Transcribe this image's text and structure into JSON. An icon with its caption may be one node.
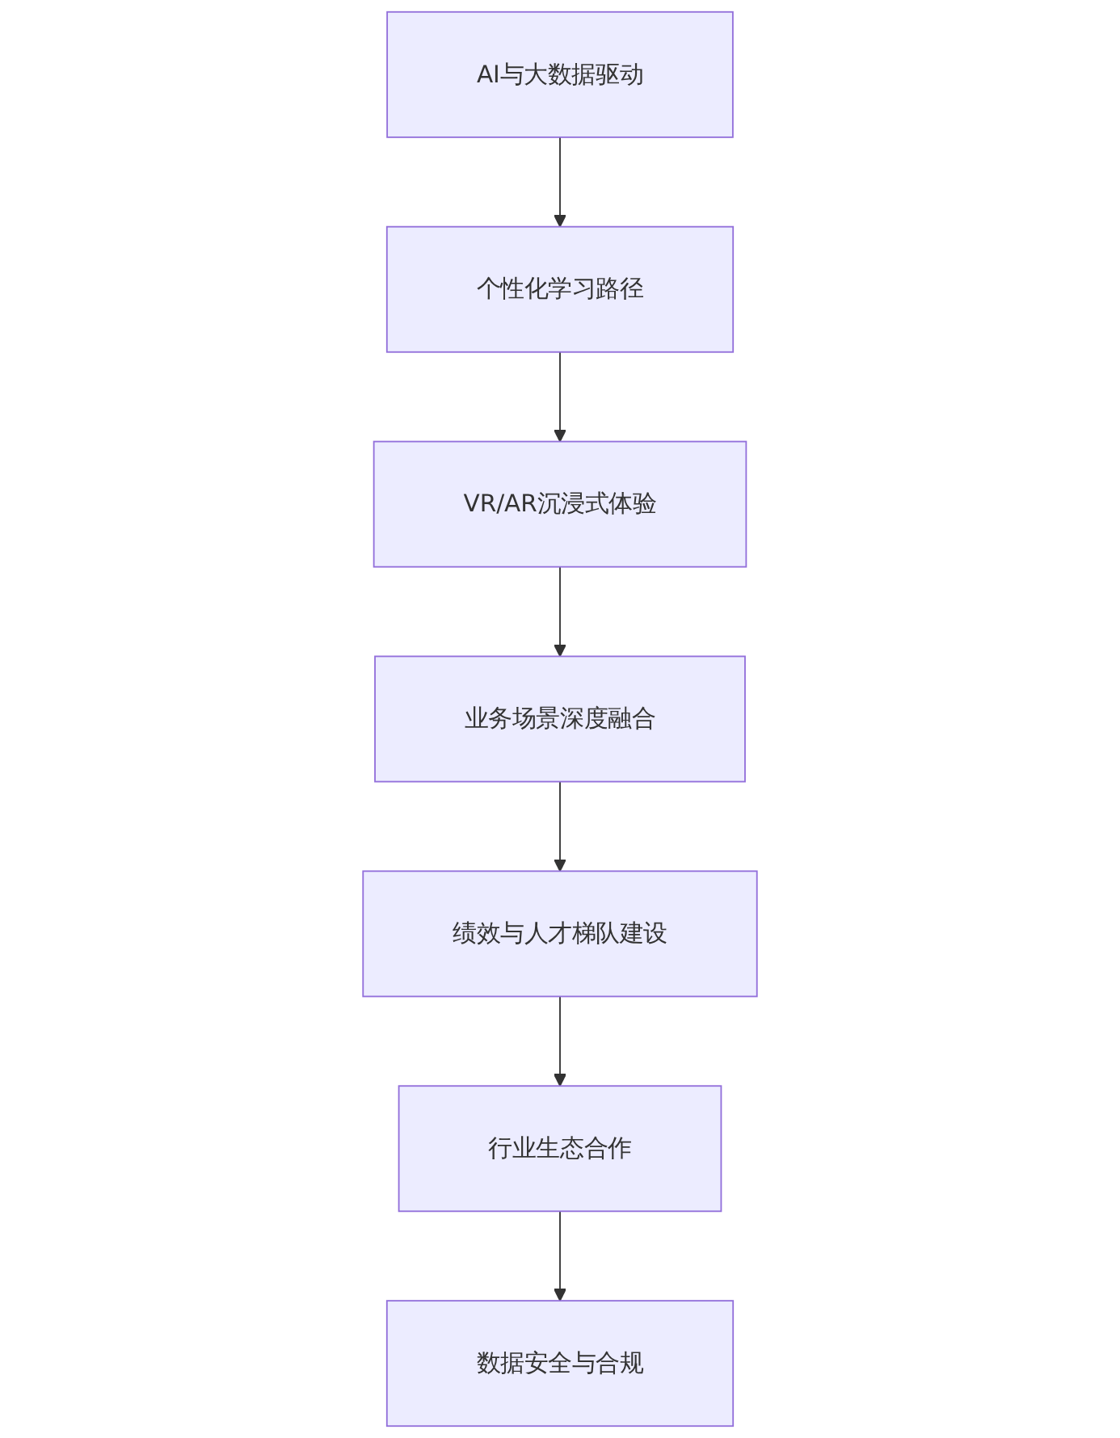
{
  "diagram": {
    "nodes": [
      {
        "text": [
          "AI与大数据驱动"
        ]
      },
      {
        "text": [
          "个性化学习路径"
        ]
      },
      {
        "text": [
          "VR/AR沉浸式体验"
        ]
      },
      {
        "text": [
          "业务场景深度融合"
        ]
      },
      {
        "text": [
          "绩效与人才梯队建设"
        ]
      },
      {
        "text": [
          "行业生态合作"
        ]
      },
      {
        "text": [
          "数据安全与合规"
        ]
      }
    ],
    "edges": [
      {
        "from": 0,
        "to": 1,
        "arrow": "to"
      },
      {
        "from": 1,
        "to": 2,
        "arrow": "to"
      },
      {
        "from": 2,
        "to": 3,
        "arrow": "to"
      },
      {
        "from": 3,
        "to": 4,
        "arrow": "to"
      },
      {
        "from": 4,
        "to": 5,
        "arrow": "to"
      },
      {
        "from": 5,
        "to": 6,
        "arrow": "to"
      }
    ]
  }
}
